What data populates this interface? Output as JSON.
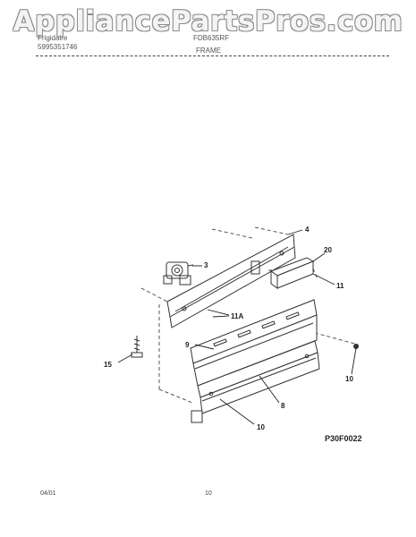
{
  "watermark": "AppliancePartsPros.com",
  "header": {
    "brand": "Frigidaire",
    "publication": "5995351746",
    "model": "FDB635RF",
    "section": "FRAME"
  },
  "diagram": {
    "code": "P30F0022",
    "labels": {
      "l4": "4",
      "l20": "20",
      "l3": "3",
      "l11": "11",
      "l11a": "11A",
      "l9": "9",
      "l15": "15",
      "l10r": "10",
      "l8": "8",
      "l10b": "10"
    }
  },
  "footer": {
    "date": "04/01",
    "page": "10"
  }
}
